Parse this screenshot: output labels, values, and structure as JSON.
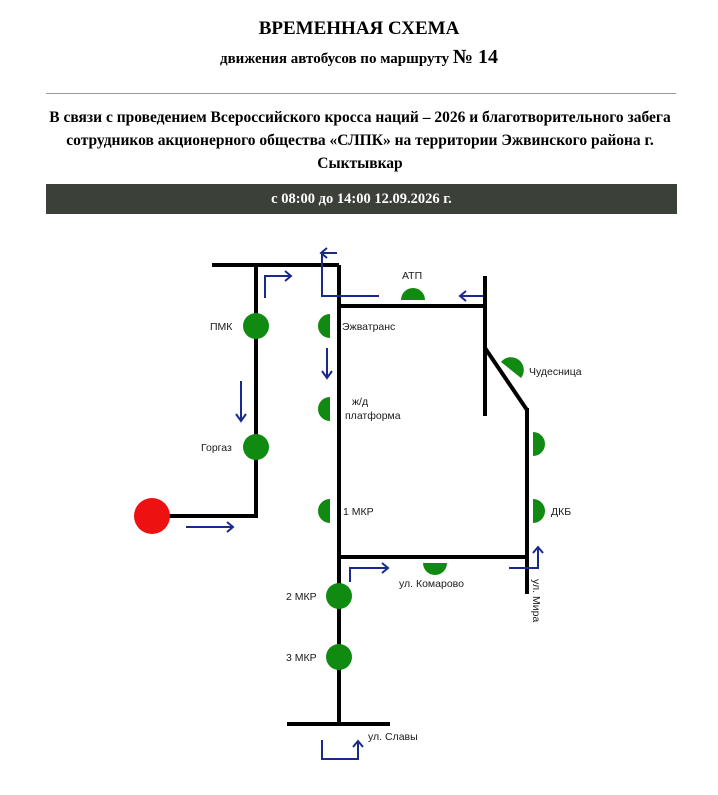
{
  "header": {
    "title": "ВРЕМЕННАЯ СХЕМА",
    "subtitle_text": "движения автобусов по маршруту ",
    "route_number": "№ 14"
  },
  "notice": "В связи с проведением Всероссийского кросса наций – 2026 и благотворительного забега сотрудников акционерного общества «СЛПК» на территории Эжвинского района г. Сыктывкар",
  "time_bar": "с 08:00 до 14:00 12.09.2026 г.",
  "colors": {
    "road": "#000000",
    "arrow": "#1a2a8c",
    "stop": "#118a11",
    "terminal": "#ee1111",
    "time_bar_bg": "#3b4039"
  },
  "map": {
    "stops": {
      "pmk": "ПМК",
      "gorgaz": "Горгаз",
      "atp": "АТП",
      "ezhvatrans": "Эжватранс",
      "chudesnitsa": "Чудесница",
      "zhd_line1": "ж/д",
      "zhd_line2": "платформа",
      "mkr1": "1 МКР",
      "dkb": "ДКБ",
      "mkr2": "2 МКР",
      "mkr3": "3 МКР"
    },
    "streets": {
      "komarovo": "ул. Комарово",
      "mira": "ул. Мира",
      "slavy": "ул. Славы"
    }
  }
}
